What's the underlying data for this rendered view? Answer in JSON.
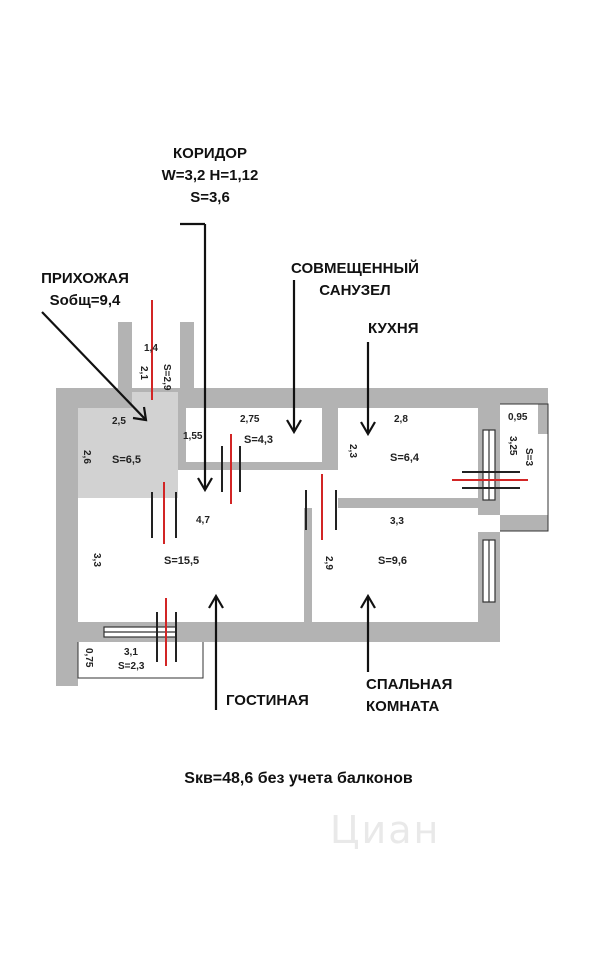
{
  "labels": {
    "corridor": [
      "КОРИДОР",
      "W=3,2 H=1,12",
      "S=3,6"
    ],
    "hall": [
      "ПРИХОЖАЯ",
      "Sобщ=9,4"
    ],
    "bathroom": [
      "СОВМЕЩЕННЫЙ",
      "САНУЗЕЛ"
    ],
    "kitchen": "КУХНЯ",
    "living": "ГОСТИНАЯ",
    "bedroom": [
      "СПАЛЬНАЯ",
      "КОМНАТА"
    ]
  },
  "rooms": {
    "hall_area": "S=6,5",
    "hall_w": "2,5",
    "hall_h": "2,6",
    "niche_w": "1,4",
    "niche_h": "2,1",
    "niche_area": "S=2,9",
    "bath_w": "2,75",
    "bath_h": "1,55",
    "bath_area": "S=4,3",
    "kitchen_w": "2,8",
    "kitchen_h": "2,3",
    "kitchen_area": "S=6,4",
    "balcony_w": "0,95",
    "balcony_h": "3,25",
    "balcony_area": "S=3",
    "living_w": "4,7",
    "living_h": "3,3",
    "living_area": "S=15,5",
    "bedroom_w": "3,3",
    "bedroom_h": "2,9",
    "bedroom_area": "S=9,6",
    "loggia_w": "3,1",
    "loggia_h": "0,75",
    "loggia_area": "S=2,3"
  },
  "total": "Sкв=48,6 без учета балконов",
  "watermark": "Циан",
  "colors": {
    "wall": "#b3b3b3",
    "hall_fill": "#d2d2d2",
    "door_mark": "#d22525",
    "ink": "#111111"
  }
}
